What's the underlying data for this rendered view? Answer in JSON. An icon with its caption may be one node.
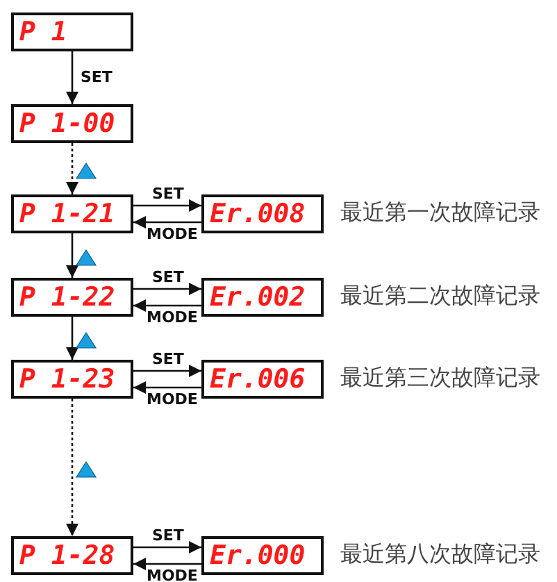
{
  "diagram": {
    "nodes": [
      {
        "text": [
          "P 1"
        ]
      },
      {
        "text": [
          "P 1-00"
        ]
      },
      {
        "text": [
          "P 1-21"
        ]
      },
      {
        "text": [
          "Er.008"
        ],
        "beside": [
          "最近第一次故障记录"
        ]
      },
      {
        "text": [
          "P 1-22"
        ]
      },
      {
        "text": [
          "Er.002"
        ],
        "beside": [
          "最近第二次故障记录"
        ]
      },
      {
        "text": [
          "P 1-23"
        ]
      },
      {
        "text": [
          "Er.006"
        ],
        "beside": [
          "最近第三次故障记录"
        ]
      },
      {
        "text": [
          "P 1-28"
        ]
      },
      {
        "text": [
          "Er.000"
        ],
        "beside": [
          "最近第八次故障记录"
        ]
      }
    ],
    "edges": [
      {
        "from": 0,
        "to": 1,
        "arrow": "to",
        "label": "SET"
      },
      {
        "from": 1,
        "to": 2,
        "arrow": "to",
        "style": "dashed"
      },
      {
        "from": 2,
        "to": 3,
        "arrow": "to",
        "label": "SET"
      },
      {
        "from": 3,
        "to": 2,
        "arrow": "to",
        "label": "MODE"
      },
      {
        "from": 2,
        "to": 4,
        "arrow": "to"
      },
      {
        "from": 4,
        "to": 5,
        "arrow": "to",
        "label": "SET"
      },
      {
        "from": 5,
        "to": 4,
        "arrow": "to",
        "label": "MODE"
      },
      {
        "from": 4,
        "to": 6,
        "arrow": "to"
      },
      {
        "from": 6,
        "to": 7,
        "arrow": "to",
        "label": "SET"
      },
      {
        "from": 7,
        "to": 6,
        "arrow": "to",
        "label": "MODE"
      },
      {
        "from": 6,
        "to": 8,
        "arrow": "to",
        "style": "dashed"
      },
      {
        "from": 8,
        "to": 9,
        "arrow": "to",
        "label": "SET"
      },
      {
        "from": 9,
        "to": 8,
        "arrow": "to",
        "label": "MODE"
      }
    ]
  }
}
